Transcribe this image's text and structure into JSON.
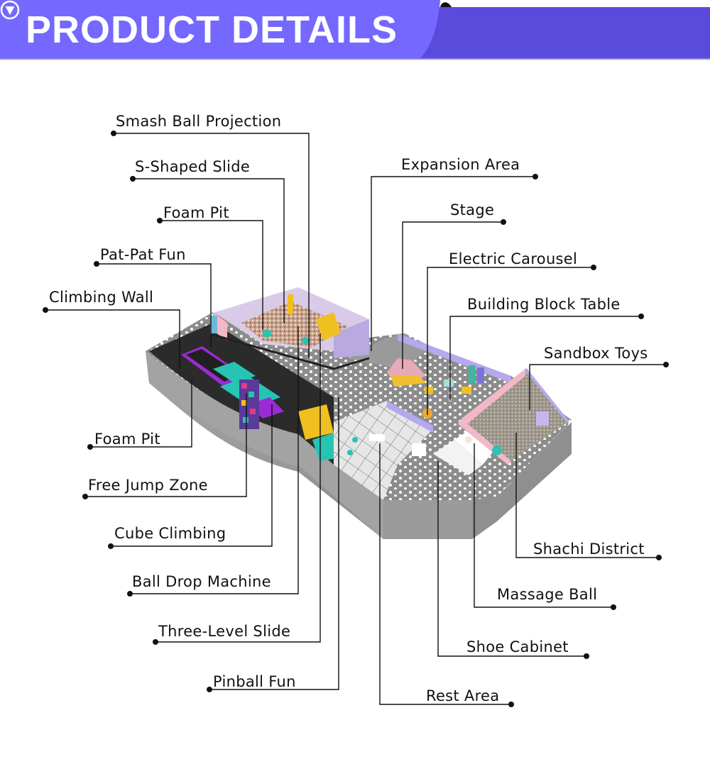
{
  "header": {
    "title": "PRODUCT DETAILS",
    "icon": "chevron-down-circle-icon",
    "colors": {
      "primary": "#7468FF",
      "secondary": "#5A4BDC",
      "text": "#FFFFFF"
    }
  },
  "diagram": {
    "subject": "Indoor playground isometric layout",
    "left_labels": [
      {
        "id": "smash-ball-projection",
        "label": "Smash Ball Projection"
      },
      {
        "id": "s-shaped-slide",
        "label": "S-Shaped Slide"
      },
      {
        "id": "foam-pit-top",
        "label": "Foam Pit"
      },
      {
        "id": "pat-pat-fun",
        "label": "Pat-Pat Fun"
      },
      {
        "id": "climbing-wall",
        "label": "Climbing Wall"
      },
      {
        "id": "foam-pit-bottom",
        "label": "Foam Pit"
      },
      {
        "id": "free-jump-zone",
        "label": "Free Jump Zone"
      },
      {
        "id": "cube-climbing",
        "label": "Cube Climbing"
      },
      {
        "id": "ball-drop-machine",
        "label": "Ball Drop Machine"
      },
      {
        "id": "three-level-slide",
        "label": "Three-Level Slide"
      },
      {
        "id": "pinball-fun",
        "label": "Pinball Fun"
      }
    ],
    "right_labels": [
      {
        "id": "expansion-area",
        "label": "Expansion Area"
      },
      {
        "id": "stage",
        "label": "Stage"
      },
      {
        "id": "electric-carousel",
        "label": "Electric Carousel"
      },
      {
        "id": "building-block-table",
        "label": "Building Block Table"
      },
      {
        "id": "sandbox-toys",
        "label": "Sandbox Toys"
      },
      {
        "id": "shachi-district",
        "label": "Shachi District"
      },
      {
        "id": "massage-ball",
        "label": "Massage Ball"
      },
      {
        "id": "shoe-cabinet",
        "label": "Shoe Cabinet"
      },
      {
        "id": "rest-area",
        "label": "Rest Area"
      }
    ]
  }
}
